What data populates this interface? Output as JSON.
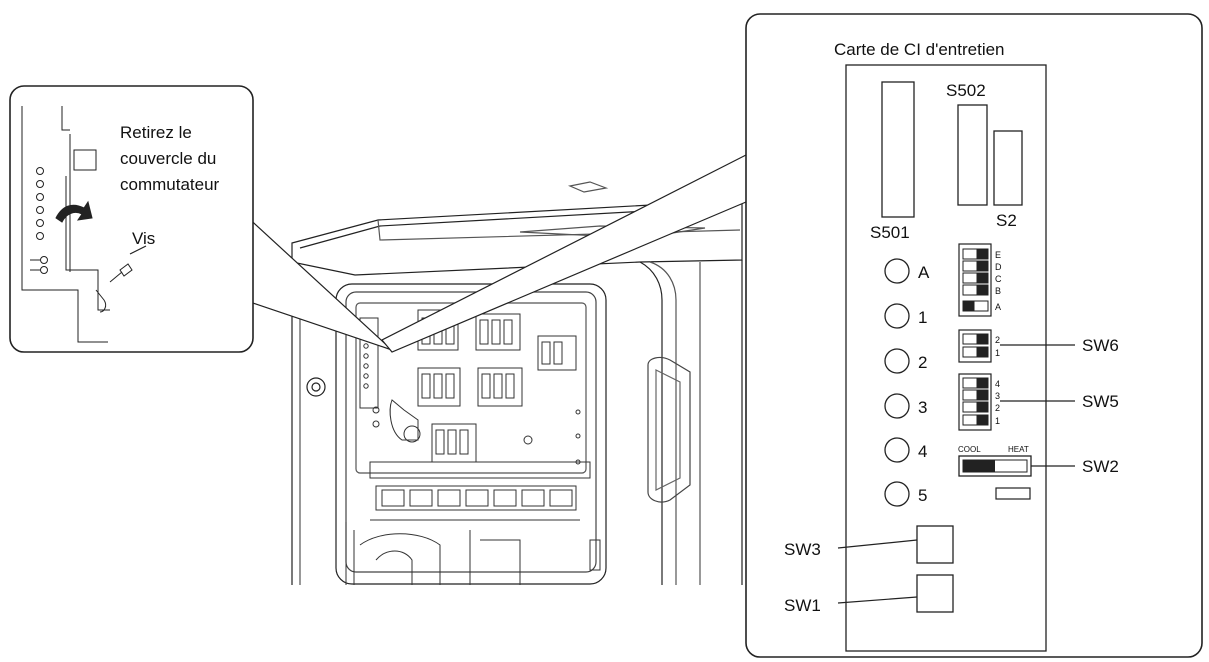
{
  "callout": {
    "instruction_lines": [
      "Retirez le",
      "couvercle du",
      "commutateur"
    ],
    "screw_label": "Vis"
  },
  "board": {
    "title": "Carte de CI d'entretien",
    "connectors": {
      "s501": "S501",
      "s502": "S502",
      "s2": "S2"
    },
    "leds": [
      "A",
      "1",
      "2",
      "3",
      "4",
      "5"
    ],
    "dip_abcde": {
      "labels": [
        "E",
        "D",
        "C",
        "B",
        "A"
      ],
      "on_positions": [
        false,
        false,
        false,
        false,
        true
      ]
    },
    "sw6": {
      "name": "SW6",
      "labels": [
        "2",
        "1"
      ]
    },
    "sw5": {
      "name": "SW5",
      "labels": [
        "4",
        "3",
        "2",
        "1"
      ]
    },
    "sw2": {
      "name": "SW2",
      "left_label": "COOL",
      "right_label": "HEAT",
      "position": "COOL"
    },
    "sw3": {
      "name": "SW3"
    },
    "sw1": {
      "name": "SW1"
    }
  }
}
